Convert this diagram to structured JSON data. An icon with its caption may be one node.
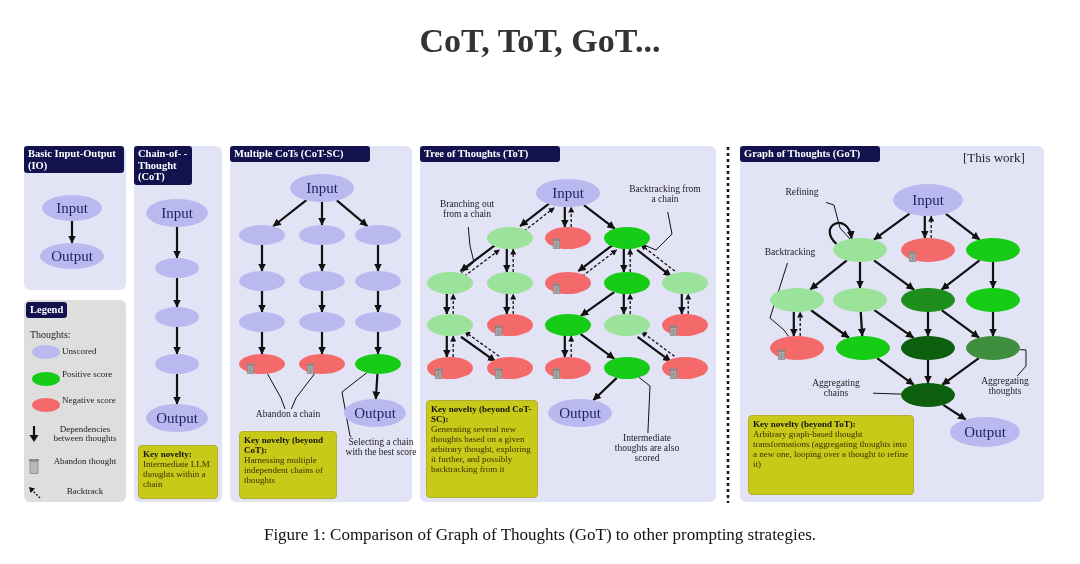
{
  "diagram": {
    "title": "CoT, ToT, GoT...",
    "caption": "Figure 1: Comparison of Graph of Thoughts (GoT) to other prompting strategies.",
    "nodes": [
      {
        "text": [
          "Basic Input-Output (IO)"
        ]
      },
      {
        "text": [
          "Input"
        ],
        "in": 0
      },
      {
        "text": [
          "Output"
        ],
        "in": 0
      },
      {
        "text": [
          "Chain-of- -Thought (CoT)"
        ]
      },
      {
        "text": [
          "Input"
        ],
        "in": 3
      },
      {
        "text": [],
        "shape": "ellipse",
        "in": 3
      },
      {
        "text": [],
        "shape": "ellipse",
        "in": 3
      },
      {
        "text": [],
        "shape": "ellipse",
        "in": 3
      },
      {
        "text": [
          "Output"
        ],
        "in": 3
      },
      {
        "text": [
          "Key novelty:",
          "Intermediate LLM thoughts within a chain"
        ],
        "in": 3
      },
      {
        "text": [
          "Multiple CoTs (CoT-SC)"
        ]
      },
      {
        "text": [
          "Input"
        ],
        "in": 10
      },
      {
        "text": [],
        "shape": "ellipse",
        "in": 10
      },
      {
        "text": [],
        "shape": "ellipse",
        "in": 10
      },
      {
        "text": [],
        "shape": "ellipse",
        "in": 10
      },
      {
        "text": [],
        "shape": "ellipse",
        "in": 10
      },
      {
        "text": [],
        "shape": "ellipse",
        "in": 10
      },
      {
        "text": [],
        "shape": "ellipse",
        "in": 10
      },
      {
        "text": [],
        "shape": "ellipse",
        "in": 10
      },
      {
        "text": [],
        "shape": "ellipse",
        "in": 10
      },
      {
        "text": [],
        "shape": "ellipse",
        "in": 10
      },
      {
        "text": [],
        "shape": "ellipse",
        "in": 10
      },
      {
        "text": [],
        "shape": "ellipse",
        "in": 10
      },
      {
        "text": [],
        "shape": "ellipse",
        "in": 10
      },
      {
        "text": [
          "Output"
        ],
        "in": 10
      },
      {
        "text": [
          "Abandon a chain"
        ],
        "in": 10
      },
      {
        "text": [
          "Key novelty (beyond CoT):",
          "Harnessing multiple independent chains of thoughts"
        ],
        "in": 10
      },
      {
        "text": [
          "Selecting a chain with the best score"
        ],
        "in": 10
      },
      {
        "text": [
          "Tree of Thoughts (ToT)"
        ]
      },
      {
        "text": [
          "Input"
        ],
        "in": 28
      },
      {
        "text": [
          "Backtracking from a chain"
        ],
        "in": 28
      },
      {
        "text": [
          "Branching out from a chain"
        ],
        "in": 28
      },
      {
        "text": [],
        "shape": "ellipse",
        "in": 28
      },
      {
        "text": [],
        "shape": "ellipse",
        "in": 28
      },
      {
        "text": [],
        "shape": "ellipse",
        "in": 28
      },
      {
        "text": [],
        "shape": "ellipse",
        "in": 28
      },
      {
        "text": [],
        "shape": "ellipse",
        "in": 28
      },
      {
        "text": [],
        "shape": "ellipse",
        "in": 28
      },
      {
        "text": [],
        "shape": "ellipse",
        "in": 28
      },
      {
        "text": [],
        "shape": "ellipse",
        "in": 28
      },
      {
        "text": [],
        "shape": "ellipse",
        "in": 28
      },
      {
        "text": [],
        "shape": "ellipse",
        "in": 28
      },
      {
        "text": [],
        "shape": "ellipse",
        "in": 28
      },
      {
        "text": [],
        "shape": "ellipse",
        "in": 28
      },
      {
        "text": [],
        "shape": "ellipse",
        "in": 28
      },
      {
        "text": [],
        "shape": "ellipse",
        "in": 28
      },
      {
        "text": [],
        "shape": "ellipse",
        "in": 28
      },
      {
        "text": [],
        "shape": "ellipse",
        "in": 28
      },
      {
        "text": [],
        "shape": "ellipse",
        "in": 28
      },
      {
        "text": [],
        "shape": "ellipse",
        "in": 28
      },
      {
        "text": [
          "Output"
        ],
        "in": 28
      },
      {
        "text": [
          "Key novelty (beyond CoT-SC):",
          "Generating several new thoughts based on a given arbitrary thought, exploring it further, and possibly backtracking from it"
        ],
        "in": 28
      },
      {
        "text": [
          "Intermediate thoughts are also scored"
        ],
        "in": 28
      },
      {
        "text": [
          "Graph of Thoughts (GoT)"
        ]
      },
      {
        "text": [
          "Refining"
        ],
        "in": 53
      },
      {
        "text": [
          "Input"
        ],
        "in": 53
      },
      {
        "text": [
          "Backtracking"
        ],
        "in": 53
      },
      {
        "text": [],
        "shape": "ellipse",
        "in": 53
      },
      {
        "text": [],
        "shape": "ellipse",
        "in": 53
      },
      {
        "text": [],
        "shape": "ellipse",
        "in": 53
      },
      {
        "text": [],
        "shape": "ellipse",
        "in": 53
      },
      {
        "text": [],
        "shape": "ellipse",
        "in": 53
      },
      {
        "text": [],
        "shape": "ellipse",
        "in": 53
      },
      {
        "text": [],
        "shape": "ellipse",
        "in": 53
      },
      {
        "text": [],
        "shape": "ellipse",
        "in": 53
      },
      {
        "text": [],
        "shape": "ellipse",
        "in": 53
      },
      {
        "text": [],
        "shape": "ellipse",
        "in": 53
      },
      {
        "text": [],
        "shape": "ellipse",
        "in": 53
      },
      {
        "text": [
          "Aggregating chains"
        ],
        "in": 53
      },
      {
        "text": [],
        "shape": "ellipse",
        "in": 53
      },
      {
        "text": [
          "Aggregating thoughts"
        ],
        "in": 53
      },
      {
        "text": [
          "Output"
        ],
        "in": 53
      },
      {
        "text": [
          "Key novelty (beyond ToT):",
          "Arbitrary graph-based thought transformations (aggregating thoughts into a new one, looping over a thought to refine it)"
        ],
        "in": 53
      }
    ],
    "edges": [
      {
        "from": 1,
        "to": 2,
        "arrow": "to"
      },
      {
        "from": 4,
        "to": 5,
        "arrow": "to"
      },
      {
        "from": 5,
        "to": 6,
        "arrow": "to"
      },
      {
        "from": 6,
        "to": 7,
        "arrow": "to"
      },
      {
        "from": 7,
        "to": 8,
        "arrow": "to"
      },
      {
        "from": 11,
        "to": 12,
        "arrow": "to"
      },
      {
        "from": 11,
        "to": 13,
        "arrow": "to"
      },
      {
        "from": 11,
        "to": 14,
        "arrow": "to"
      },
      {
        "from": 12,
        "to": 15,
        "arrow": "to"
      },
      {
        "from": 13,
        "to": 16,
        "arrow": "to"
      },
      {
        "from": 14,
        "to": 17,
        "arrow": "to"
      },
      {
        "from": 15,
        "to": 18,
        "arrow": "to"
      },
      {
        "from": 16,
        "to": 19,
        "arrow": "to"
      },
      {
        "from": 17,
        "to": 20,
        "arrow": "to"
      },
      {
        "from": 18,
        "to": 21,
        "arrow": "to"
      },
      {
        "from": 19,
        "to": 22,
        "arrow": "to"
      },
      {
        "from": 20,
        "to": 23,
        "arrow": "to"
      },
      {
        "from": 23,
        "to": 24,
        "arrow": "to"
      },
      {
        "from": 25,
        "to": 21,
        "arrow": "none"
      },
      {
        "from": 25,
        "to": 22,
        "arrow": "none"
      },
      {
        "from": 27,
        "to": 23,
        "arrow": "none"
      },
      {
        "from": 29,
        "to": 32,
        "arrow": "to"
      },
      {
        "from": 32,
        "to": 29,
        "arrow": "to",
        "style": "dashed"
      },
      {
        "from": 29,
        "to": 33,
        "arrow": "to"
      },
      {
        "from": 33,
        "to": 29,
        "arrow": "to",
        "style": "dashed"
      },
      {
        "from": 29,
        "to": 34,
        "arrow": "to"
      },
      {
        "from": 32,
        "to": 35,
        "arrow": "to"
      },
      {
        "from": 35,
        "to": 32,
        "arrow": "to",
        "style": "dashed"
      },
      {
        "from": 32,
        "to": 36,
        "arrow": "to"
      },
      {
        "from": 36,
        "to": 32,
        "arrow": "to",
        "style": "dashed"
      },
      {
        "from": 34,
        "to": 37,
        "arrow": "to"
      },
      {
        "from": 37,
        "to": 34,
        "arrow": "to",
        "style": "dashed"
      },
      {
        "from": 34,
        "to": 38,
        "arrow": "to"
      },
      {
        "from": 38,
        "to": 34,
        "arrow": "to",
        "style": "dashed"
      },
      {
        "from": 34,
        "to": 39,
        "arrow": "to"
      },
      {
        "from": 39,
        "to": 34,
        "arrow": "to",
        "style": "dashed"
      },
      {
        "from": 35,
        "to": 40,
        "arrow": "to"
      },
      {
        "from": 40,
        "to": 35,
        "arrow": "to",
        "style": "dashed"
      },
      {
        "from": 36,
        "to": 41,
        "arrow": "to"
      },
      {
        "from": 41,
        "to": 36,
        "arrow": "to",
        "style": "dashed"
      },
      {
        "from": 38,
        "to": 42,
        "arrow": "to"
      },
      {
        "from": 38,
        "to": 43,
        "arrow": "to"
      },
      {
        "from": 43,
        "to": 38,
        "arrow": "to",
        "style": "dashed"
      },
      {
        "from": 39,
        "to": 44,
        "arrow": "to"
      },
      {
        "from": 44,
        "to": 39,
        "arrow": "to",
        "style": "dashed"
      },
      {
        "from": 40,
        "to": 45,
        "arrow": "to"
      },
      {
        "from": 45,
        "to": 40,
        "arrow": "to",
        "style": "dashed"
      },
      {
        "from": 40,
        "to": 46,
        "arrow": "to"
      },
      {
        "from": 46,
        "to": 40,
        "arrow": "to",
        "style": "dashed"
      },
      {
        "from": 42,
        "to": 47,
        "arrow": "to"
      },
      {
        "from": 47,
        "to": 42,
        "arrow": "to",
        "style": "dashed"
      },
      {
        "from": 42,
        "to": 48,
        "arrow": "to"
      },
      {
        "from": 43,
        "to": 49,
        "arrow": "to"
      },
      {
        "from": 49,
        "to": 43,
        "arrow": "to",
        "style": "dashed"
      },
      {
        "from": 48,
        "to": 50,
        "arrow": "to"
      },
      {
        "from": 31,
        "to": 35,
        "arrow": "none"
      },
      {
        "from": 30,
        "to": 34,
        "arrow": "none"
      },
      {
        "from": 52,
        "to": 48,
        "arrow": "none"
      },
      {
        "from": 55,
        "to": 57,
        "arrow": "to"
      },
      {
        "from": 55,
        "to": 58,
        "arrow": "to"
      },
      {
        "from": 58,
        "to": 55,
        "arrow": "to",
        "style": "dashed"
      },
      {
        "from": 55,
        "to": 59,
        "arrow": "to"
      },
      {
        "from": 57,
        "to": 57,
        "arrow": "to"
      },
      {
        "from": 57,
        "to": 60,
        "arrow": "to"
      },
      {
        "from": 57,
        "to": 61,
        "arrow": "to"
      },
      {
        "from": 57,
        "to": 62,
        "arrow": "to"
      },
      {
        "from": 59,
        "to": 62,
        "arrow": "to"
      },
      {
        "from": 59,
        "to": 63,
        "arrow": "to"
      },
      {
        "from": 60,
        "to": 64,
        "arrow": "to"
      },
      {
        "from": 64,
        "to": 60,
        "arrow": "to",
        "style": "dashed"
      },
      {
        "from": 60,
        "to": 65,
        "arrow": "to"
      },
      {
        "from": 61,
        "to": 65,
        "arrow": "to"
      },
      {
        "from": 61,
        "to": 66,
        "arrow": "to"
      },
      {
        "from": 62,
        "to": 66,
        "arrow": "to"
      },
      {
        "from": 62,
        "to": 67,
        "arrow": "to"
      },
      {
        "from": 63,
        "to": 67,
        "arrow": "to"
      },
      {
        "from": 65,
        "to": 69,
        "arrow": "to"
      },
      {
        "from": 66,
        "to": 69,
        "arrow": "to"
      },
      {
        "from": 67,
        "to": 69,
        "arrow": "to"
      },
      {
        "from": 69,
        "to": 71,
        "arrow": "to"
      },
      {
        "from": 54,
        "to": 57,
        "arrow": "none"
      },
      {
        "from": 56,
        "to": 64,
        "arrow": "none"
      },
      {
        "from": 68,
        "to": 69,
        "arrow": "none"
      },
      {
        "from": 70,
        "to": 67,
        "arrow": "none"
      }
    ],
    "labels": [
      "Legend",
      "Thoughts:",
      "[This work]"
    ],
    "legend": [
      {
        "text": "Unscored",
        "color": "#b9b9f0"
      },
      {
        "text": "Positive score",
        "color": "#16cc16"
      },
      {
        "text": "Negative score",
        "color": "#f46a6a"
      },
      {
        "text": "Dependencies between thoughts"
      },
      {
        "text": "Abandon thought"
      },
      {
        "text": "Backtrack"
      }
    ]
  }
}
